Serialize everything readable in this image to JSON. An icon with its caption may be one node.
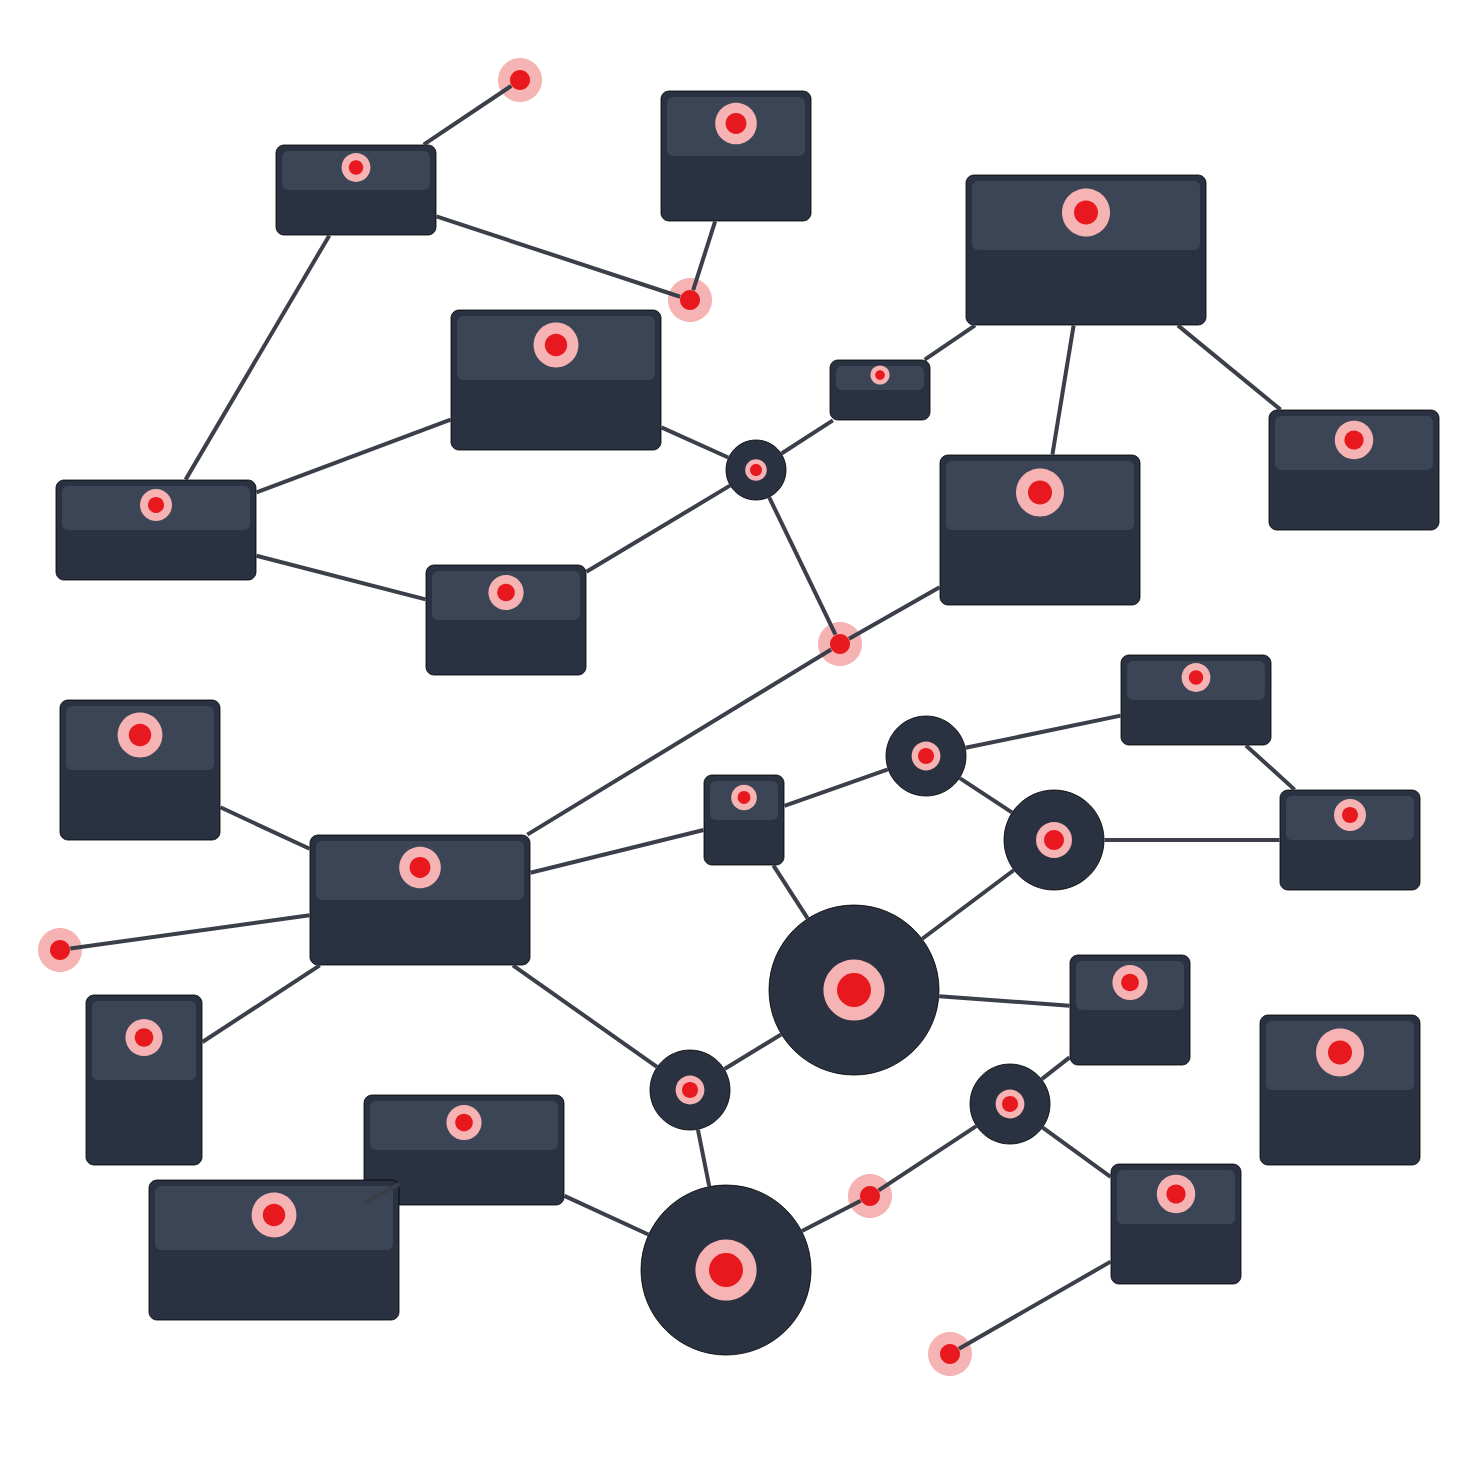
{
  "diagram": {
    "nodes": [
      {
        "text": [],
        "shape": "circle"
      },
      {
        "text": [],
        "shape": "box"
      },
      {
        "text": [],
        "shape": "box"
      },
      {
        "text": [],
        "shape": "circle"
      },
      {
        "text": [],
        "shape": "box"
      },
      {
        "text": [],
        "shape": "box"
      },
      {
        "text": [],
        "shape": "box"
      },
      {
        "text": [],
        "shape": "circle"
      },
      {
        "text": [],
        "shape": "box"
      },
      {
        "text": [],
        "shape": "box"
      },
      {
        "text": [],
        "shape": "box"
      },
      {
        "text": [],
        "shape": "box"
      },
      {
        "text": [],
        "shape": "circle"
      },
      {
        "text": [],
        "shape": "box"
      },
      {
        "text": [],
        "shape": "box"
      },
      {
        "text": [],
        "shape": "circle"
      },
      {
        "text": [],
        "shape": "box"
      },
      {
        "text": [],
        "shape": "circle"
      },
      {
        "text": [],
        "shape": "box"
      },
      {
        "text": [],
        "shape": "box"
      },
      {
        "text": [],
        "shape": "circle"
      },
      {
        "text": [],
        "shape": "circle"
      },
      {
        "text": [],
        "shape": "box"
      },
      {
        "text": [],
        "shape": "box"
      },
      {
        "text": [],
        "shape": "box"
      },
      {
        "text": [],
        "shape": "circle"
      },
      {
        "text": [],
        "shape": "circle"
      },
      {
        "text": [],
        "shape": "box"
      },
      {
        "text": [],
        "shape": "box"
      },
      {
        "text": [],
        "shape": "circle"
      },
      {
        "text": [],
        "shape": "circle"
      },
      {
        "text": [],
        "shape": "box"
      },
      {
        "text": [],
        "shape": "circle"
      }
    ],
    "edges": [
      {
        "from": 0,
        "to": 1,
        "arrow": "none"
      },
      {
        "from": 1,
        "to": 3,
        "arrow": "none"
      },
      {
        "from": 2,
        "to": 3,
        "arrow": "none"
      },
      {
        "from": 1,
        "to": 9,
        "arrow": "none"
      },
      {
        "from": 5,
        "to": 7,
        "arrow": "none"
      },
      {
        "from": 5,
        "to": 9,
        "arrow": "none"
      },
      {
        "from": 7,
        "to": 6,
        "arrow": "none"
      },
      {
        "from": 6,
        "to": 4,
        "arrow": "none"
      },
      {
        "from": 7,
        "to": 12,
        "arrow": "none"
      },
      {
        "from": 11,
        "to": 7,
        "arrow": "none"
      },
      {
        "from": 11,
        "to": 9,
        "arrow": "none"
      },
      {
        "from": 12,
        "to": 10,
        "arrow": "none"
      },
      {
        "from": 10,
        "to": 4,
        "arrow": "none"
      },
      {
        "from": 4,
        "to": 8,
        "arrow": "none"
      },
      {
        "from": 12,
        "to": 19,
        "arrow": "none"
      },
      {
        "from": 13,
        "to": 19,
        "arrow": "none"
      },
      {
        "from": 19,
        "to": 20,
        "arrow": "none"
      },
      {
        "from": 19,
        "to": 16,
        "arrow": "none"
      },
      {
        "from": 16,
        "to": 15,
        "arrow": "none"
      },
      {
        "from": 15,
        "to": 14,
        "arrow": "none"
      },
      {
        "from": 15,
        "to": 17,
        "arrow": "none"
      },
      {
        "from": 17,
        "to": 18,
        "arrow": "none"
      },
      {
        "from": 14,
        "to": 18,
        "arrow": "none"
      },
      {
        "from": 16,
        "to": 21,
        "arrow": "none"
      },
      {
        "from": 21,
        "to": 17,
        "arrow": "none"
      },
      {
        "from": 21,
        "to": 23,
        "arrow": "none"
      },
      {
        "from": 23,
        "to": 26,
        "arrow": "none"
      },
      {
        "from": 19,
        "to": 25,
        "arrow": "none"
      },
      {
        "from": 22,
        "to": 19,
        "arrow": "none"
      },
      {
        "from": 25,
        "to": 29,
        "arrow": "none"
      },
      {
        "from": 27,
        "to": 28,
        "arrow": "none"
      },
      {
        "from": 27,
        "to": 29,
        "arrow": "none"
      },
      {
        "from": 29,
        "to": 30,
        "arrow": "none"
      },
      {
        "from": 30,
        "to": 26,
        "arrow": "none"
      },
      {
        "from": 26,
        "to": 31,
        "arrow": "none"
      },
      {
        "from": 31,
        "to": 32,
        "arrow": "none"
      },
      {
        "from": 25,
        "to": 21,
        "arrow": "none"
      }
    ]
  }
}
